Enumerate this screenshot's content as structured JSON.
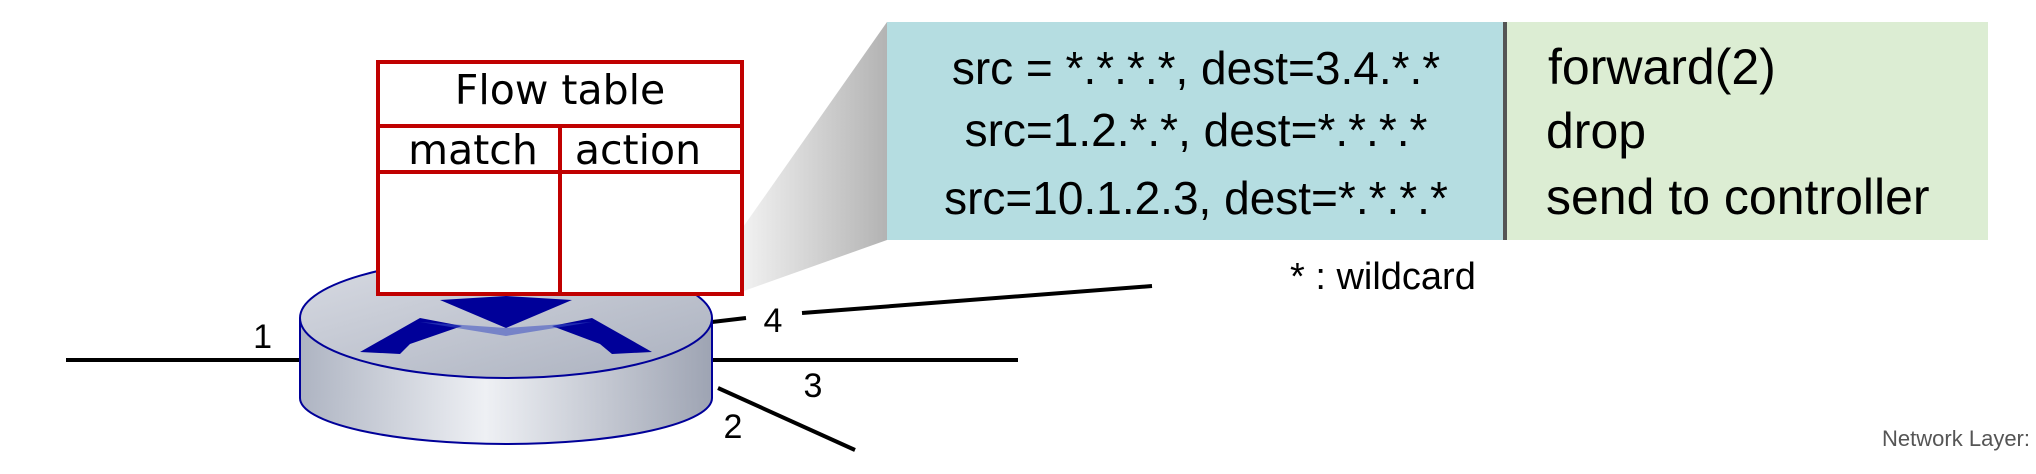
{
  "flow_table": {
    "title": "Flow table",
    "col_match": "match",
    "col_action": "action"
  },
  "ports": {
    "p1": "1",
    "p2": "2",
    "p3": "3",
    "p4": "4"
  },
  "rules": [
    {
      "match": "src = *.*.*.*, dest=3.4.*.*",
      "action": "forward(2)"
    },
    {
      "match": "src=1.2.*.*, dest=*.*.*.*",
      "action": "drop"
    },
    {
      "match": "src=10.1.2.3, dest=*.*.*.*",
      "action": "send to controller"
    }
  ],
  "wildcard_note": "* : wildcard",
  "footer": "Network Layer:",
  "colors": {
    "match_bg": "#b5dde1",
    "action_bg": "#dcedd3",
    "table_red": "#c00000",
    "router_blue": "#000099",
    "router_body": "#c9cdd6"
  }
}
